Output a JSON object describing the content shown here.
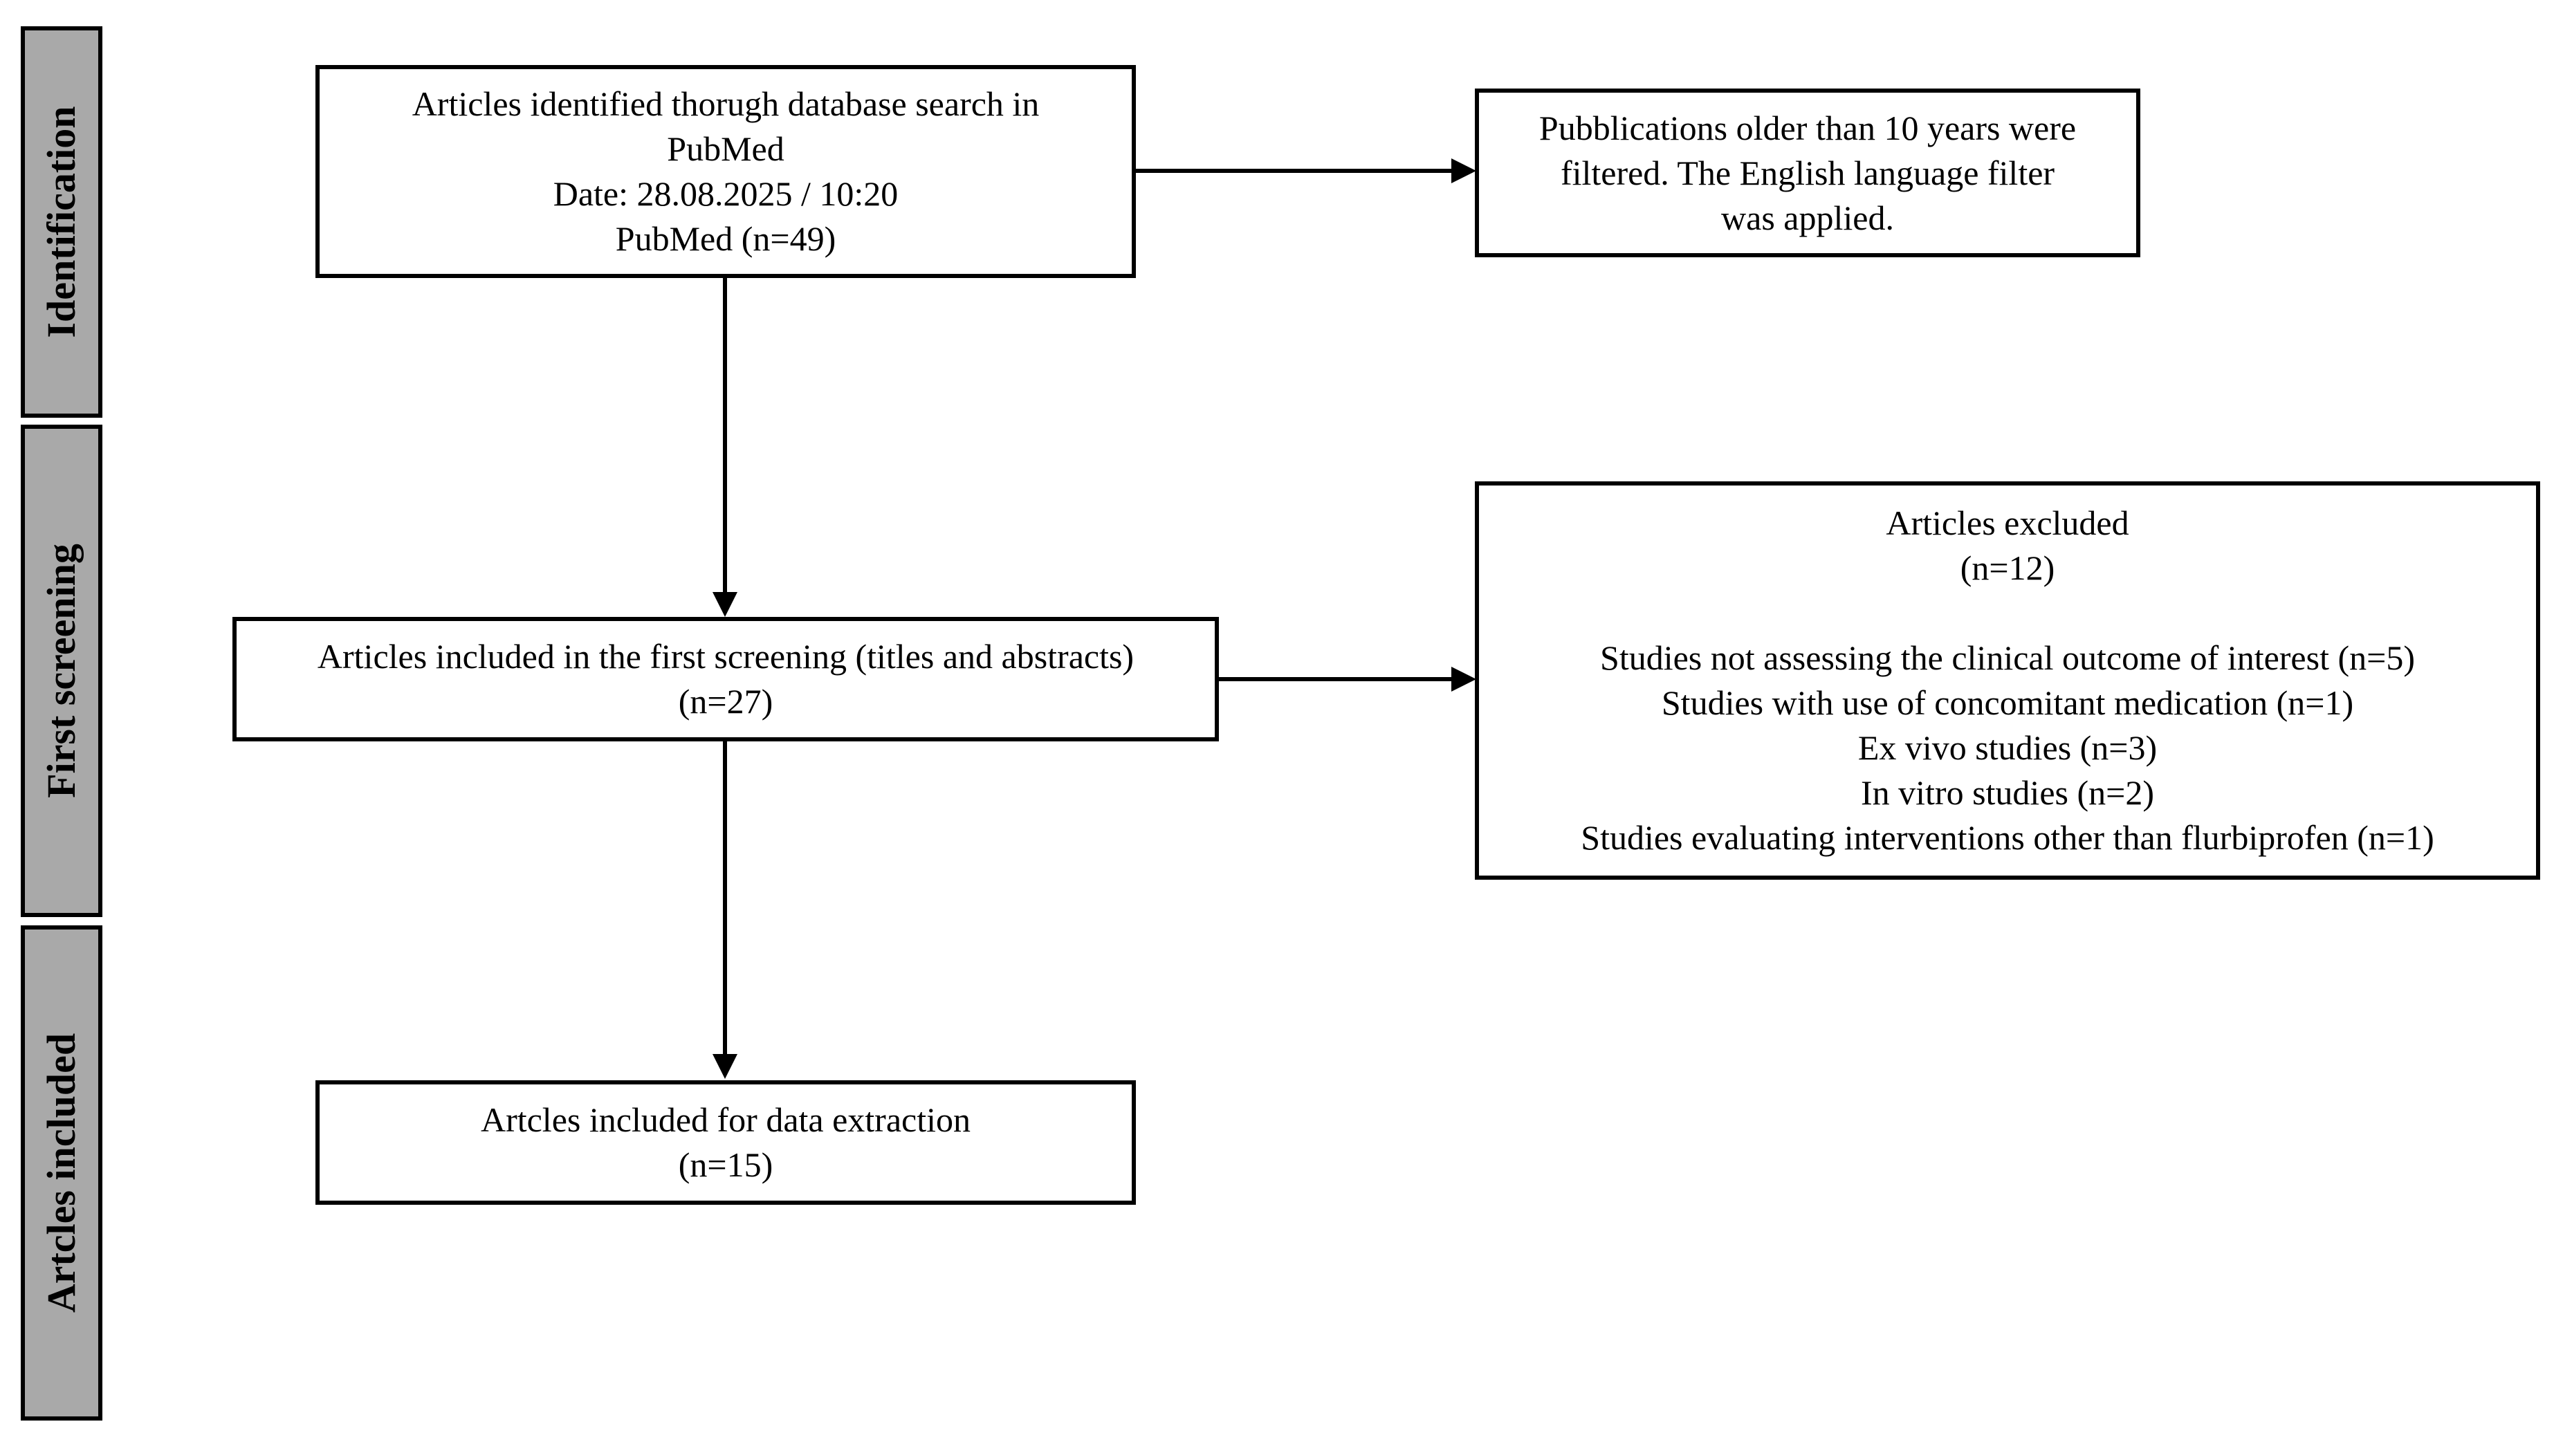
{
  "phases": {
    "identification": "Identification",
    "first_screening": "First screening",
    "articles_included": "Artcles included"
  },
  "boxes": {
    "identified": {
      "lines": [
        "Articles identified thorugh database search in",
        "PubMed",
        "Date: 28.08.2025 / 10:20",
        "PubMed (n=49)"
      ]
    },
    "filters": {
      "lines": [
        "Pubblications older than 10 years were",
        "filtered. The English language filter",
        "was applied."
      ]
    },
    "screening": {
      "lines": [
        "Articles included in the first screening (titles and abstracts)",
        "(n=27)"
      ]
    },
    "excluded": {
      "title": "Articles excluded",
      "count": "(n=12)",
      "reasons": [
        "Studies not assessing the clinical outcome of interest (n=5)",
        "Studies with use of concomitant medication (n=1)",
        "Ex vivo studies (n=3)",
        "In vitro studies (n=2)",
        "Studies evaluating interventions other than flurbiprofen (n=1)"
      ]
    },
    "included": {
      "lines": [
        "Artcles included for data extraction",
        "(n=15)"
      ]
    }
  }
}
